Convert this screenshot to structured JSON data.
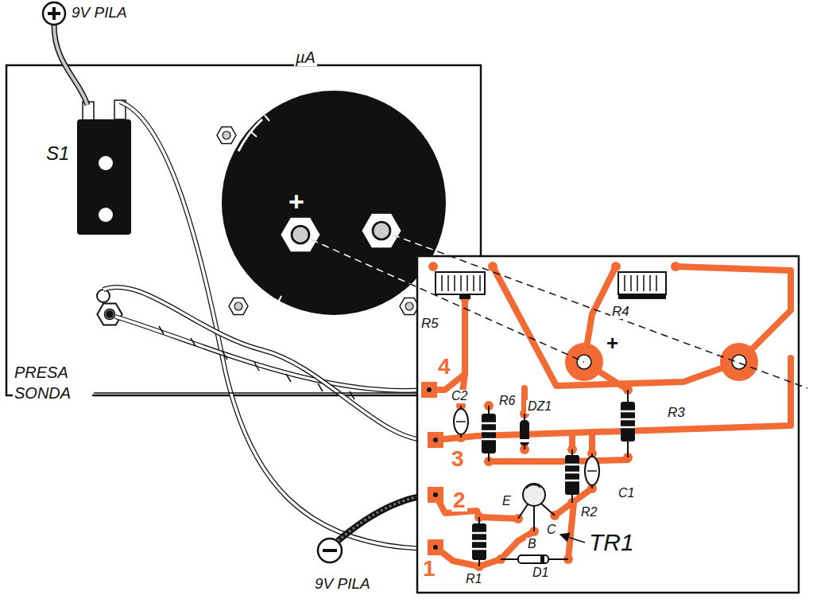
{
  "diagram": {
    "labels": [
      "9V PILA",
      "S1",
      "µA",
      "+",
      "PRESA SONDA",
      "R5",
      "R4",
      "4",
      "C2",
      "R6",
      "DZ1",
      "+",
      "R3",
      "3",
      "C1",
      "2",
      "E",
      "C",
      "B",
      "R2",
      "TR1",
      "1",
      "R1",
      "D1",
      "9V PILA"
    ]
  }
}
